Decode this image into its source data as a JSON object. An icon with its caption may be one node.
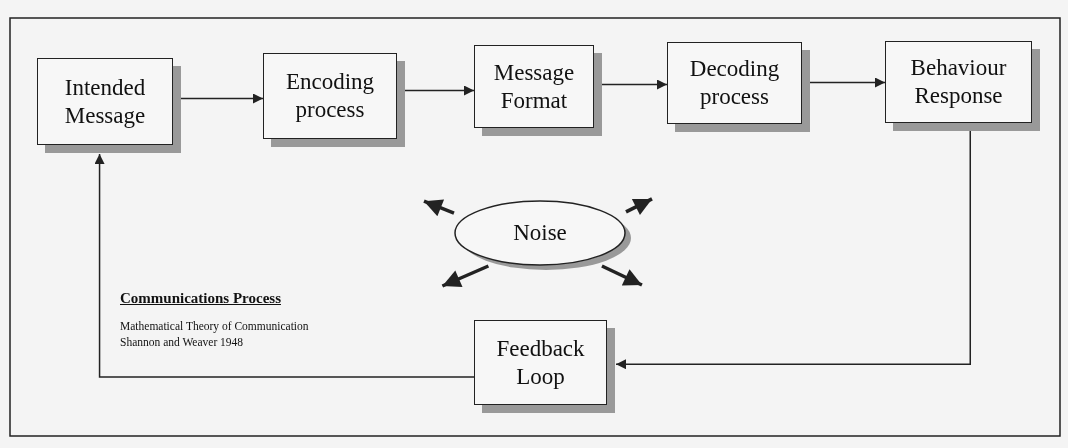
{
  "diagram": {
    "nodes": [
      {
        "text": [
          "Intended Message"
        ]
      },
      {
        "text": [
          "Encoding process"
        ]
      },
      {
        "text": [
          "Message Format"
        ]
      },
      {
        "text": [
          "Decoding process"
        ]
      },
      {
        "text": [
          "Behaviour Response"
        ]
      },
      {
        "text": [
          "Noise"
        ]
      },
      {
        "text": [
          "Feedback Loop"
        ]
      }
    ],
    "edges": [
      {
        "from": 0,
        "to": 1,
        "arrow": "to"
      },
      {
        "from": 1,
        "to": 2,
        "arrow": "to"
      },
      {
        "from": 2,
        "to": 3,
        "arrow": "to"
      },
      {
        "from": 3,
        "to": 4,
        "arrow": "to"
      },
      {
        "from": 4,
        "to": 6,
        "arrow": "to"
      },
      {
        "from": 6,
        "to": 0,
        "arrow": "to"
      },
      {
        "from": 5,
        "to": null,
        "arrow": "to",
        "style": "thick"
      },
      {
        "from": 5,
        "to": null,
        "arrow": "to",
        "style": "thick"
      },
      {
        "from": 5,
        "to": null,
        "arrow": "to",
        "style": "thick"
      },
      {
        "from": 5,
        "to": null,
        "arrow": "to",
        "style": "thick"
      }
    ],
    "labels": [
      "Communications Process",
      "Mathematical Theory of Communication",
      "Shannon and Weaver 1948"
    ]
  }
}
